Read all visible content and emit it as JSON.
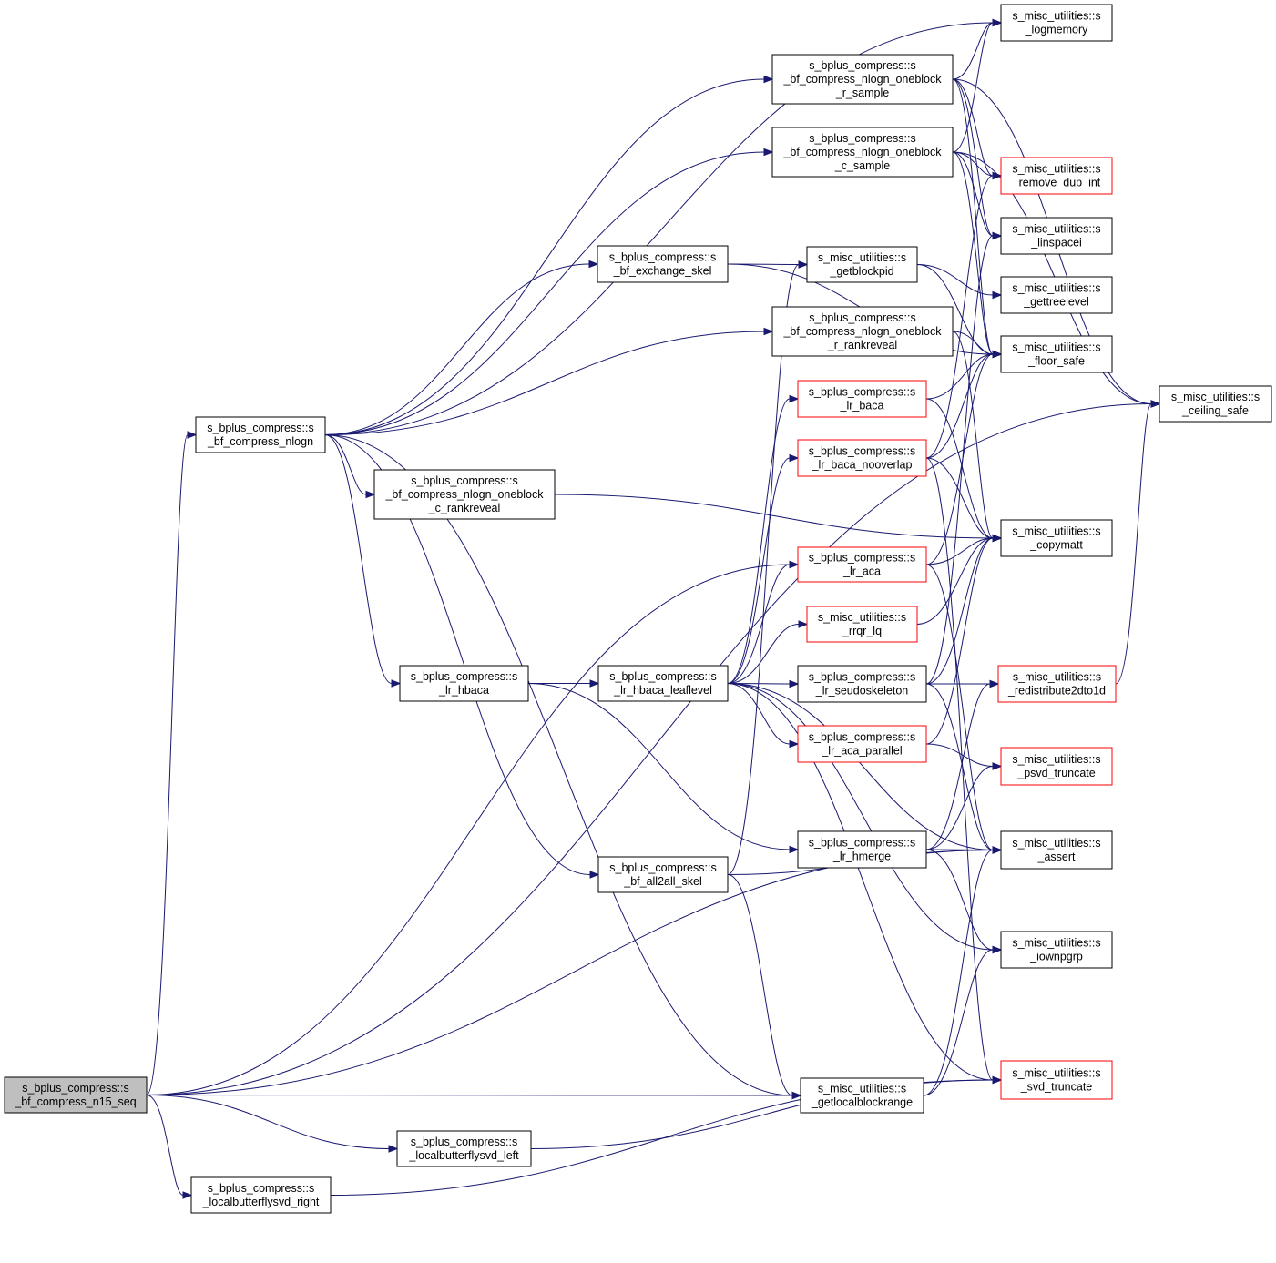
{
  "graph": {
    "nodes": [
      {
        "id": "n15",
        "lines": [
          "s_bplus_compress::s",
          "_bf_compress_n15_seq"
        ],
        "variant": "root"
      },
      {
        "id": "nlogn",
        "lines": [
          "s_bplus_compress::s",
          "_bf_compress_nlogn"
        ],
        "variant": "normal"
      },
      {
        "id": "getlocalblockrange",
        "lines": [
          "s_misc_utilities::s",
          "_getlocalblockrange"
        ],
        "variant": "normal"
      },
      {
        "id": "lbsvd_left",
        "lines": [
          "s_bplus_compress::s",
          "_localbutterflysvd_left"
        ],
        "variant": "normal"
      },
      {
        "id": "lbsvd_right",
        "lines": [
          "s_bplus_compress::s",
          "_localbutterflysvd_right"
        ],
        "variant": "normal"
      },
      {
        "id": "lr_aca",
        "lines": [
          "s_bplus_compress::s",
          "_lr_aca"
        ],
        "variant": "partial"
      },
      {
        "id": "assert",
        "lines": [
          "s_misc_utilities::s",
          "_assert"
        ],
        "variant": "normal"
      },
      {
        "id": "ceiling_safe",
        "lines": [
          "s_misc_utilities::s",
          "_ceiling_safe"
        ],
        "variant": "normal"
      },
      {
        "id": "logmemory",
        "lines": [
          "s_misc_utilities::s",
          "_logmemory"
        ],
        "variant": "normal"
      },
      {
        "id": "r_sample",
        "lines": [
          "s_bplus_compress::s",
          "_bf_compress_nlogn_oneblock",
          "_r_sample"
        ],
        "variant": "normal"
      },
      {
        "id": "c_sample",
        "lines": [
          "s_bplus_compress::s",
          "_bf_compress_nlogn_oneblock",
          "_c_sample"
        ],
        "variant": "normal"
      },
      {
        "id": "exchange_skel",
        "lines": [
          "s_bplus_compress::s",
          "_bf_exchange_skel"
        ],
        "variant": "normal"
      },
      {
        "id": "r_rankreveal",
        "lines": [
          "s_bplus_compress::s",
          "_bf_compress_nlogn_oneblock",
          "_r_rankreveal"
        ],
        "variant": "normal"
      },
      {
        "id": "c_rankreveal",
        "lines": [
          "s_bplus_compress::s",
          "_bf_compress_nlogn_oneblock",
          "_c_rankreveal"
        ],
        "variant": "normal"
      },
      {
        "id": "lr_hbaca",
        "lines": [
          "s_bplus_compress::s",
          "_lr_hbaca"
        ],
        "variant": "normal"
      },
      {
        "id": "all2all_skel",
        "lines": [
          "s_bplus_compress::s",
          "_bf_all2all_skel"
        ],
        "variant": "normal"
      },
      {
        "id": "remove_dup_int",
        "lines": [
          "s_misc_utilities::s",
          "_remove_dup_int"
        ],
        "variant": "partial"
      },
      {
        "id": "linspacei",
        "lines": [
          "s_misc_utilities::s",
          "_linspacei"
        ],
        "variant": "normal"
      },
      {
        "id": "floor_safe",
        "lines": [
          "s_misc_utilities::s",
          "_floor_safe"
        ],
        "variant": "normal"
      },
      {
        "id": "getblockpid",
        "lines": [
          "s_misc_utilities::s",
          "_getblockpid"
        ],
        "variant": "normal"
      },
      {
        "id": "gettreelevel",
        "lines": [
          "s_misc_utilities::s",
          "_gettreelevel"
        ],
        "variant": "normal"
      },
      {
        "id": "copymatt",
        "lines": [
          "s_misc_utilities::s",
          "_copymatt"
        ],
        "variant": "normal"
      },
      {
        "id": "hbaca_leaflevel",
        "lines": [
          "s_bplus_compress::s",
          "_lr_hbaca_leaflevel"
        ],
        "variant": "normal"
      },
      {
        "id": "lr_hmerge",
        "lines": [
          "s_bplus_compress::s",
          "_lr_hmerge"
        ],
        "variant": "normal"
      },
      {
        "id": "svd_truncate",
        "lines": [
          "s_misc_utilities::s",
          "_svd_truncate"
        ],
        "variant": "partial"
      },
      {
        "id": "iownpgrp",
        "lines": [
          "s_misc_utilities::s",
          "_iownpgrp"
        ],
        "variant": "normal"
      },
      {
        "id": "lr_baca",
        "lines": [
          "s_bplus_compress::s",
          "_lr_baca"
        ],
        "variant": "partial"
      },
      {
        "id": "lr_baca_nooverlap",
        "lines": [
          "s_bplus_compress::s",
          "_lr_baca_nooverlap"
        ],
        "variant": "partial"
      },
      {
        "id": "rrqr_lq",
        "lines": [
          "s_misc_utilities::s",
          "_rrqr_lq"
        ],
        "variant": "partial"
      },
      {
        "id": "lr_seudoskeleton",
        "lines": [
          "s_bplus_compress::s",
          "_lr_seudoskeleton"
        ],
        "variant": "normal"
      },
      {
        "id": "lr_aca_parallel",
        "lines": [
          "s_bplus_compress::s",
          "_lr_aca_parallel"
        ],
        "variant": "partial"
      },
      {
        "id": "redistribute2dto1d",
        "lines": [
          "s_misc_utilities::s",
          "_redistribute2dto1d"
        ],
        "variant": "partial"
      },
      {
        "id": "psvd_truncate",
        "lines": [
          "s_misc_utilities::s",
          "_psvd_truncate"
        ],
        "variant": "partial"
      }
    ],
    "edges": [
      [
        "n15",
        "nlogn"
      ],
      [
        "n15",
        "getlocalblockrange"
      ],
      [
        "n15",
        "lbsvd_left"
      ],
      [
        "n15",
        "lbsvd_right"
      ],
      [
        "n15",
        "lr_aca"
      ],
      [
        "n15",
        "assert"
      ],
      [
        "n15",
        "ceiling_safe"
      ],
      [
        "nlogn",
        "logmemory"
      ],
      [
        "nlogn",
        "r_sample"
      ],
      [
        "nlogn",
        "c_sample"
      ],
      [
        "nlogn",
        "exchange_skel"
      ],
      [
        "nlogn",
        "r_rankreveal"
      ],
      [
        "nlogn",
        "c_rankreveal"
      ],
      [
        "nlogn",
        "lr_hbaca"
      ],
      [
        "nlogn",
        "all2all_skel"
      ],
      [
        "nlogn",
        "getlocalblockrange"
      ],
      [
        "r_sample",
        "logmemory"
      ],
      [
        "r_sample",
        "remove_dup_int"
      ],
      [
        "r_sample",
        "linspacei"
      ],
      [
        "r_sample",
        "floor_safe"
      ],
      [
        "r_sample",
        "ceiling_safe"
      ],
      [
        "c_sample",
        "logmemory"
      ],
      [
        "c_sample",
        "remove_dup_int"
      ],
      [
        "c_sample",
        "linspacei"
      ],
      [
        "c_sample",
        "floor_safe"
      ],
      [
        "c_sample",
        "ceiling_safe"
      ],
      [
        "exchange_skel",
        "getblockpid"
      ],
      [
        "exchange_skel",
        "floor_safe"
      ],
      [
        "getblockpid",
        "gettreelevel"
      ],
      [
        "getblockpid",
        "floor_safe"
      ],
      [
        "r_rankreveal",
        "floor_safe"
      ],
      [
        "r_rankreveal",
        "copymatt"
      ],
      [
        "c_rankreveal",
        "copymatt"
      ],
      [
        "lr_hbaca",
        "hbaca_leaflevel"
      ],
      [
        "lr_hbaca",
        "lr_hmerge"
      ],
      [
        "hbaca_leaflevel",
        "lr_baca"
      ],
      [
        "hbaca_leaflevel",
        "lr_baca_nooverlap"
      ],
      [
        "hbaca_leaflevel",
        "lr_aca"
      ],
      [
        "hbaca_leaflevel",
        "rrqr_lq"
      ],
      [
        "hbaca_leaflevel",
        "lr_seudoskeleton"
      ],
      [
        "hbaca_leaflevel",
        "lr_aca_parallel"
      ],
      [
        "hbaca_leaflevel",
        "assert"
      ],
      [
        "hbaca_leaflevel",
        "iownpgrp"
      ],
      [
        "hbaca_leaflevel",
        "svd_truncate"
      ],
      [
        "lr_baca",
        "floor_safe"
      ],
      [
        "lr_baca",
        "copymatt"
      ],
      [
        "lr_baca_nooverlap",
        "floor_safe"
      ],
      [
        "lr_baca_nooverlap",
        "remove_dup_int"
      ],
      [
        "lr_baca_nooverlap",
        "copymatt"
      ],
      [
        "lr_baca_nooverlap",
        "svd_truncate"
      ],
      [
        "lr_aca",
        "copymatt"
      ],
      [
        "lr_aca",
        "floor_safe"
      ],
      [
        "lr_aca",
        "assert"
      ],
      [
        "rrqr_lq",
        "copymatt"
      ],
      [
        "lr_seudoskeleton",
        "redistribute2dto1d"
      ],
      [
        "lr_seudoskeleton",
        "linspacei"
      ],
      [
        "lr_seudoskeleton",
        "copymatt"
      ],
      [
        "lr_seudoskeleton",
        "assert"
      ],
      [
        "lr_aca_parallel",
        "psvd_truncate"
      ],
      [
        "lr_aca_parallel",
        "copymatt"
      ],
      [
        "lr_hmerge",
        "redistribute2dto1d"
      ],
      [
        "lr_hmerge",
        "psvd_truncate"
      ],
      [
        "lr_hmerge",
        "assert"
      ],
      [
        "lr_hmerge",
        "iownpgrp"
      ],
      [
        "all2all_skel",
        "getblockpid"
      ],
      [
        "all2all_skel",
        "assert"
      ],
      [
        "all2all_skel",
        "getlocalblockrange"
      ],
      [
        "getlocalblockrange",
        "assert"
      ],
      [
        "getlocalblockrange",
        "iownpgrp"
      ],
      [
        "lbsvd_left",
        "svd_truncate"
      ],
      [
        "lbsvd_right",
        "svd_truncate"
      ],
      [
        "redistribute2dto1d",
        "ceiling_safe"
      ]
    ]
  },
  "colors": {
    "edge": "#191970",
    "normal_border": "#000000",
    "normal_fill": "#ffffff",
    "partial_border": "#ff0000",
    "root_fill": "#bfbfbf",
    "root_border": "#000000"
  }
}
